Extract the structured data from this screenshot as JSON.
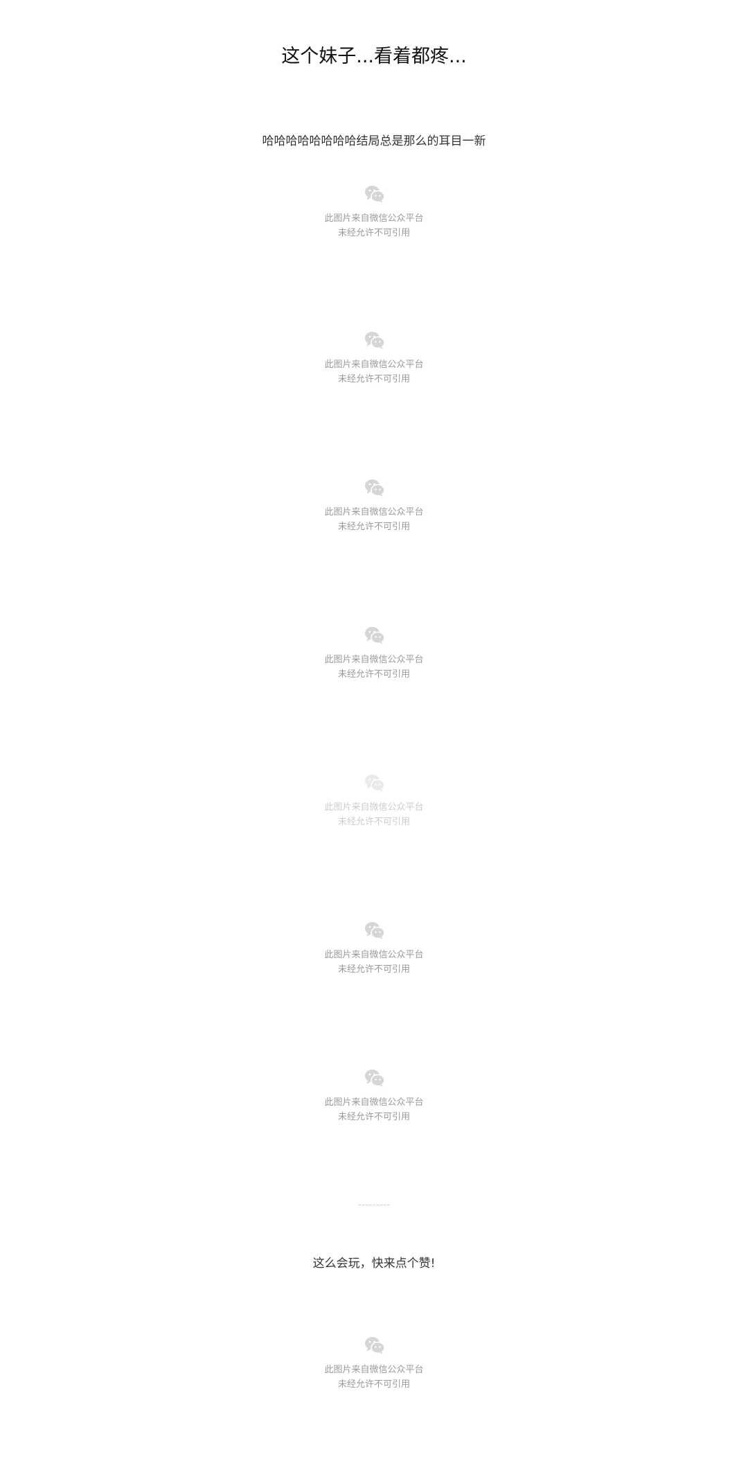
{
  "article": {
    "title": "这个妹子...看着都疼...",
    "intro_text": "哈哈哈哈哈哈哈哈结局总是那么的耳目一新",
    "closing_text": "这么会玩，快来点个赞!"
  },
  "image_placeholder": {
    "icon": "wechat-icon",
    "line1": "此图片来自微信公众平台",
    "line2": "未经允许不可引用"
  },
  "colors": {
    "text_primary": "#111111",
    "text_body": "#333333",
    "placeholder_text": "#9a9a9a",
    "placeholder_icon": "#d6d6d6",
    "background": "#ffffff"
  }
}
